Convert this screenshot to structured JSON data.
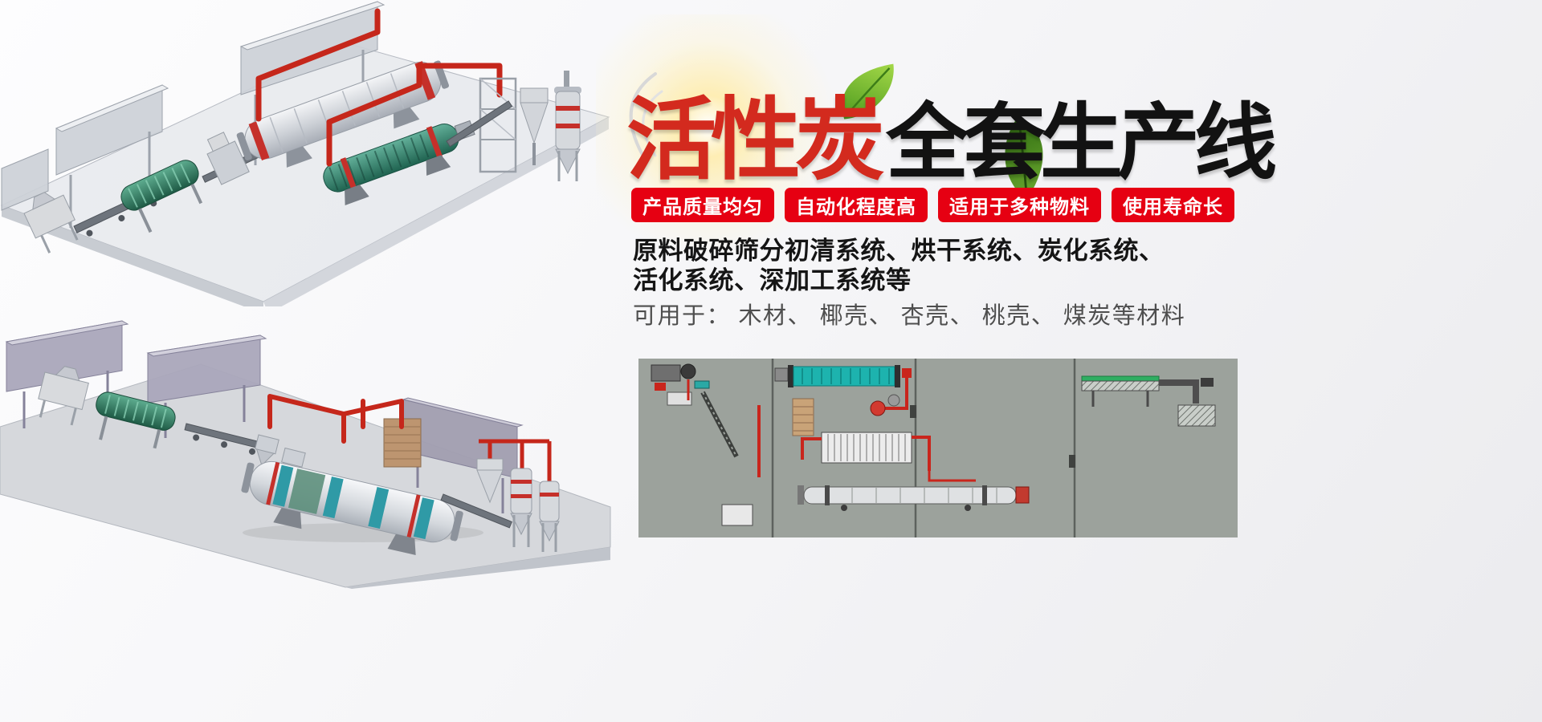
{
  "hero": {
    "title_red": "活性炭",
    "title_black": "全套生产线",
    "badges": [
      "产品质量均匀",
      "自动化程度高",
      "适用于多种物料",
      "使用寿命长"
    ],
    "description_line1": "原料破碎筛分初清系统、烘干系统、炭化系统、",
    "description_line2": "活化系统、深加工系统等",
    "materials_line": "可用于： 木材、 椰壳、 杏壳、 桃壳、 煤炭等材料"
  },
  "colors": {
    "badge_red": "#e60012",
    "title_red": "#d32a1e",
    "title_black": "#121212",
    "leaf_green": "#6aa82e",
    "pipe_red": "#c5271b",
    "diagram_background": "#9ca29c"
  }
}
